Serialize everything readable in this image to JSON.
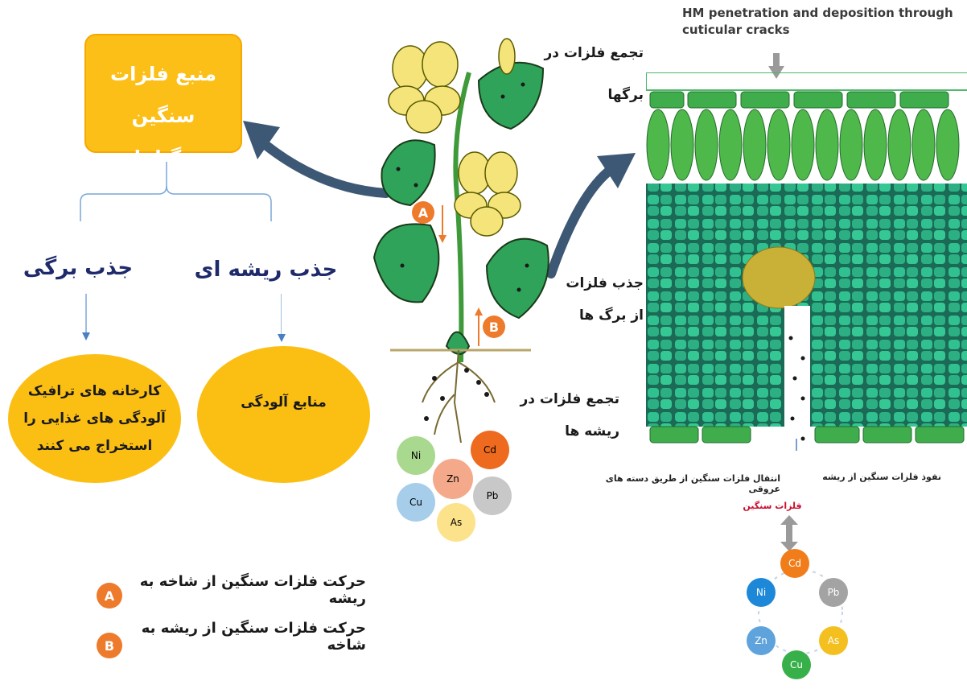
{
  "source_box": {
    "line1": "منبع فلزات سنگین",
    "line2": "در گیاهان"
  },
  "branches": {
    "foliar": {
      "heading": "جذب برگی",
      "oval_lines": [
        "کارخانه های ترافیک",
        "آلودگی های غذایی را",
        "استخراج می کنند"
      ]
    },
    "root": {
      "heading": "جذب ریشه ای",
      "oval_text": "منابع آلودگی"
    }
  },
  "plant": {
    "leaf_accumulation": [
      "تجمع فلزات در",
      "برگها"
    ],
    "leaf_uptake": [
      "جذب فلزات",
      "از برگ ها"
    ],
    "root_accumulation": [
      "تجمع فلزات در",
      "ریشه ها"
    ],
    "marker_a": "A",
    "marker_b": "B"
  },
  "metals_soil": [
    "Ni",
    "Cd",
    "Zn",
    "Cu",
    "Pb",
    "As"
  ],
  "leaf_section": {
    "title_line1": "HM penetration and deposition through",
    "title_line2": "cuticular cracks",
    "vascular_label": "انتقال فلزات سنگین از طریق دسته های عروقی",
    "root_input_label": "نفوذ فلزات سنگین از ریشه",
    "hm_label": "فلزات سنگین"
  },
  "metals_ring": [
    "Cd",
    "Pb",
    "As",
    "Cu",
    "Zn",
    "Ni"
  ],
  "legend": [
    {
      "badge": "A",
      "text": "حرکت فلزات سنگین از شاخه به ریشه"
    },
    {
      "badge": "B",
      "text": "حرکت فلزات سنگین از ریشه به شاخه"
    }
  ],
  "colors": {
    "orange_box": "#fcbf17",
    "heading_blue": "#1f2a6b",
    "badge": "#ee7a2c",
    "leaf_green": "#2fa35a",
    "arrow": "#3d5874"
  }
}
